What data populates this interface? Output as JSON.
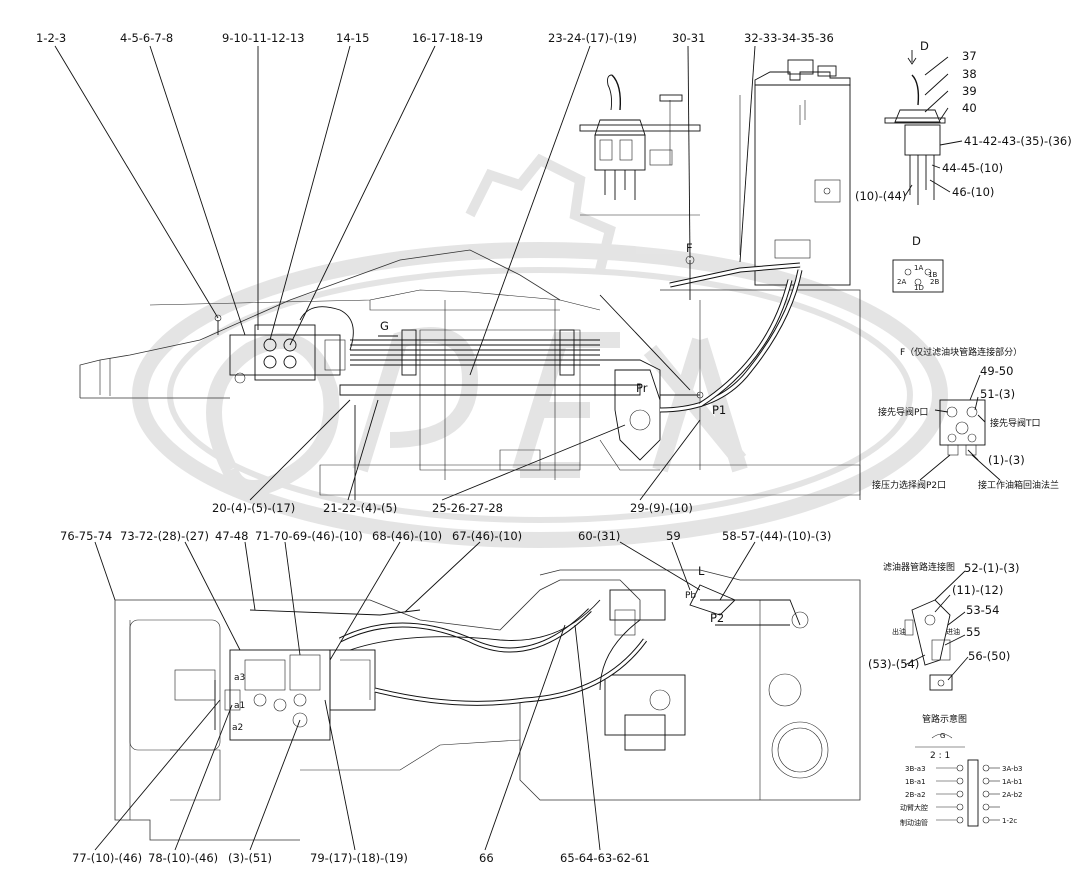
{
  "callouts_top": [
    "1-2-3",
    "4-5-6-7-8",
    "9-10-11-12-13",
    "14-15",
    "16-17-18-19",
    "23-24-(17)-(19)",
    "30-31",
    "32-33-34-35-36"
  ],
  "view_d": {
    "arrow_label": "D",
    "callouts": [
      "37",
      "38",
      "39",
      "40",
      "41-42-43-(35)-(36)",
      "44-45-(10)",
      "(10)-(44)",
      "46-(10)"
    ],
    "section_title": "D",
    "ports": [
      "1A",
      "1B",
      "2A",
      "2B",
      "1D"
    ]
  },
  "view_f": {
    "title": "F（仅过滤油块管路连接部分）",
    "callouts": [
      "49-50",
      "51-(3)",
      "(1)-(3)"
    ],
    "notes": [
      "接先导阀P口",
      "接先导阀T口",
      "接压力选择阀P2口",
      "接工作油箱回油法兰"
    ]
  },
  "upper_marks": {
    "G": "G",
    "F": "F",
    "Pr": "Pr",
    "P1": "P1"
  },
  "callouts_mid": [
    "20-(4)-(5)-(17)",
    "21-22-(4)-(5)",
    "25-26-27-28",
    "29-(9)-(10)"
  ],
  "callouts_lower_top": [
    "76-75-74",
    "73-72-(28)-(27)",
    "47-48",
    "71-70-69-(46)-(10)",
    "68-(46)-(10)",
    "67-(46)-(10)",
    "60-(31)",
    "59",
    "58-57-(44)-(10)-(3)"
  ],
  "lower_marks": {
    "L": "L",
    "Pb": "Pb",
    "P2": "P2",
    "a3": "a3",
    "a1": "a1",
    "a2": "a2"
  },
  "filter_view": {
    "title": "滤油器管路连接图",
    "callouts": [
      "52-(1)-(3)",
      "(11)-(12)",
      "53-54",
      "55",
      "(53)-(54)",
      "56-(50)"
    ],
    "notes": [
      "出油",
      "进油"
    ]
  },
  "pipe_schematic": {
    "title": "管路示意图",
    "view_letter": "G",
    "scale": "2 : 1",
    "left_labels": [
      "3B-a3",
      "1B-a1",
      "2B-a2",
      "动臂大腔",
      "制动油管"
    ],
    "right_labels": [
      "3A-b3",
      "1A-b1",
      "2A-b2",
      "1-2c"
    ]
  },
  "callouts_bottom": [
    "77-(10)-(46)",
    "78-(10)-(46)",
    "(3)-(51)",
    "79-(17)-(18)-(19)",
    "66",
    "65-64-63-62-61"
  ]
}
